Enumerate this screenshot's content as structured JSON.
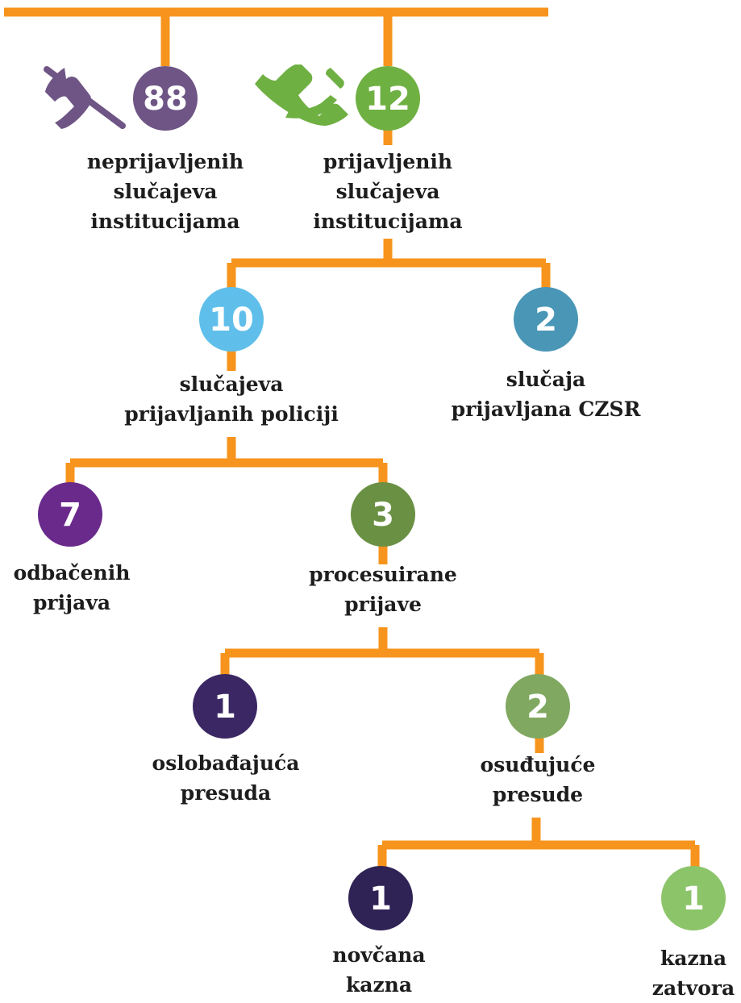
{
  "colors": {
    "connector": "#f7941d",
    "text": "#1d1d1d"
  },
  "nodes": {
    "unreported": {
      "value": "88",
      "label": [
        "neprijavljenih",
        "slučajeva",
        "institucijama"
      ],
      "color": "#6e5585",
      "icon": "phone-crossed-icon",
      "icon_color": "#6e5585"
    },
    "reported": {
      "value": "12",
      "label": [
        "prijavljenih",
        "slučajeva",
        "institucijama"
      ],
      "color": "#6fb043",
      "icon": "phone-icon",
      "icon_color": "#6fb043"
    },
    "police": {
      "value": "10",
      "label": [
        "slučajeva",
        "prijavljanih policiji"
      ],
      "color": "#5fbfea"
    },
    "czsr": {
      "value": "2",
      "label": [
        "slučaja",
        "prijavljana CZSR"
      ],
      "color": "#4a96b6"
    },
    "rejected": {
      "value": "7",
      "label": [
        "odbačenih",
        "prijava"
      ],
      "color": "#6a2a8c"
    },
    "processed": {
      "value": "3",
      "label": [
        "procesuirane",
        "prijave"
      ],
      "color": "#6a9044"
    },
    "acquittal": {
      "value": "1",
      "label": [
        "oslobađajuća",
        "presuda"
      ],
      "color": "#3b2764"
    },
    "convictions": {
      "value": "2",
      "label": [
        "osuđujuće",
        "presude"
      ],
      "color": "#80a860"
    },
    "fine": {
      "value": "1",
      "label": [
        "novčana",
        "kazna"
      ],
      "color": "#2f2255"
    },
    "prison": {
      "value": "1",
      "label": [
        "kazna",
        "zatvora"
      ],
      "color": "#8cc46a"
    }
  }
}
